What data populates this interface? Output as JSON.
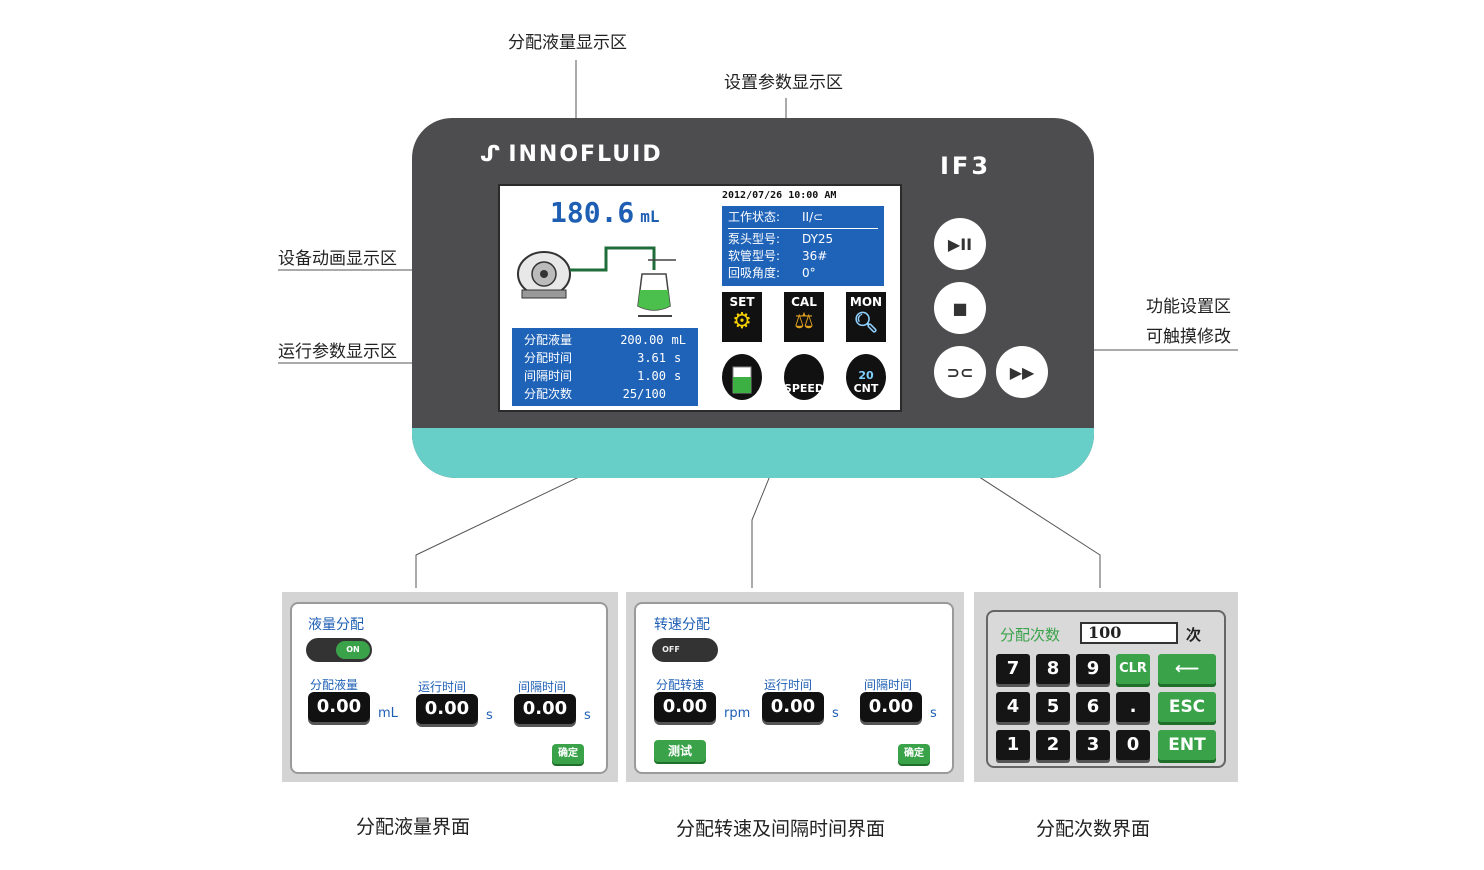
{
  "callouts": {
    "volume_display": "分配液量显示区",
    "settings_display": "设置参数显示区",
    "animation_display": "设备动画显示区",
    "run_params_display": "运行参数显示区",
    "function_area_line1": "功能设置区",
    "function_area_line2": "可触摸修改"
  },
  "device": {
    "brand": "INNOFLUID",
    "model": "IF3",
    "screen": {
      "volume_value": "180.6",
      "volume_unit": "mL",
      "datetime": "2012/07/26 10:00 AM",
      "status": {
        "work_state_label": "工作状态:",
        "work_state_value": "II/⊂",
        "pump_head_label": "泵头型号:",
        "pump_head_value": "DY25",
        "tube_label": "软管型号:",
        "tube_value": "36#",
        "suckback_label": "回吸角度:",
        "suckback_value": "0°"
      },
      "run": [
        {
          "label": "分配液量",
          "value": "200.00",
          "unit": "mL"
        },
        {
          "label": "分配时间",
          "value": "3.61",
          "unit": "s"
        },
        {
          "label": "间隔时间",
          "value": "1.00",
          "unit": "s"
        },
        {
          "label": "分配次数",
          "value": "25/100",
          "unit": ""
        }
      ],
      "buttons": {
        "set": "SET",
        "cal": "CAL",
        "mon": "MON",
        "speed": "SPEED",
        "cnt_top": "20",
        "cnt_bottom": "CNT"
      }
    },
    "hw_buttons": {
      "play_pause": "▶II",
      "stop": "■",
      "reverse": "⊃⊂",
      "fast": "▶▶"
    }
  },
  "panel_volume": {
    "title": "液量分配",
    "toggle": "ON",
    "fields": [
      {
        "label": "分配液量",
        "value": "0.00",
        "unit": "mL"
      },
      {
        "label": "运行时间",
        "value": "0.00",
        "unit": "s"
      },
      {
        "label": "间隔时间",
        "value": "0.00",
        "unit": "s"
      }
    ],
    "confirm": "确定"
  },
  "panel_speed": {
    "title": "转速分配",
    "toggle": "OFF",
    "fields": [
      {
        "label": "分配转速",
        "value": "0.00",
        "unit": "rpm"
      },
      {
        "label": "运行时间",
        "value": "0.00",
        "unit": "s"
      },
      {
        "label": "间隔时间",
        "value": "0.00",
        "unit": "s"
      }
    ],
    "test": "测试",
    "confirm": "确定"
  },
  "panel_count": {
    "title": "分配次数",
    "value": "100",
    "unit": "次",
    "keys": [
      "7",
      "8",
      "9",
      "CLR",
      "4",
      "5",
      "6",
      ".",
      "1",
      "2",
      "3",
      "0"
    ],
    "backspace": "⟵",
    "esc": "ESC",
    "ent": "ENT"
  },
  "captions": {
    "volume": "分配液量界面",
    "speed": "分配转速及间隔时间界面",
    "count": "分配次数界面"
  },
  "colors": {
    "device_body": "#4d4d4f",
    "device_base": "#67cfc7",
    "screen_blue": "#1f63b8",
    "accent_green": "#3aa34a"
  }
}
